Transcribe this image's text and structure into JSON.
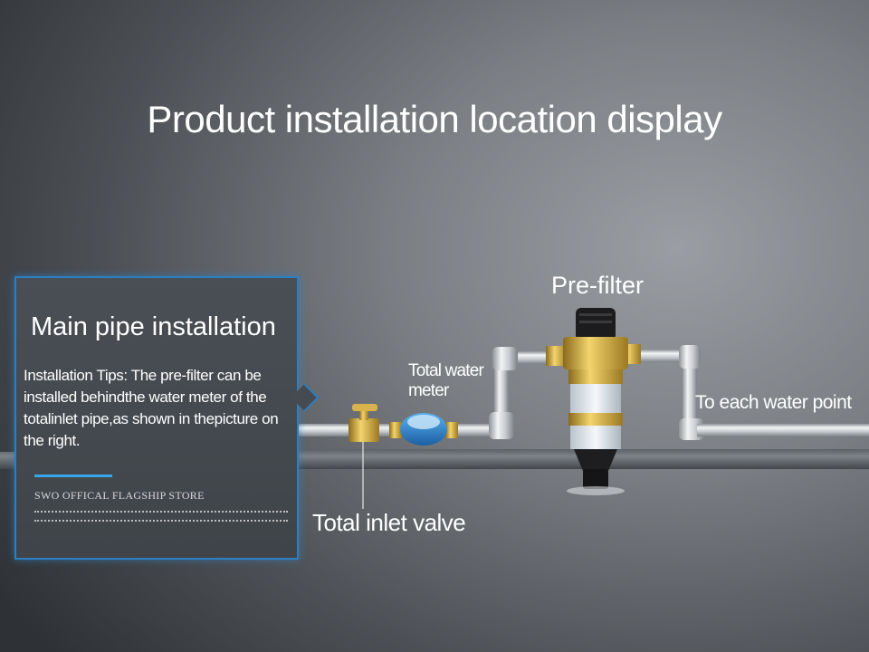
{
  "title": "Product installation location display",
  "panel": {
    "heading": "Main pipe installation",
    "tips": "Installation Tips: The pre-filter can be installed behindthe water meter of the totalinlet pipe,as shown in thepicture on the right.",
    "store": "SWO OFFICAL FLAGSHIP STORE",
    "accent_color": "#3aa4e8",
    "border_color": "#2d7fc2"
  },
  "labels": {
    "pre_filter": "Pre-filter",
    "water_meter": "Total water meter",
    "water_point": "To each water point",
    "inlet_valve": "Total inlet valve"
  },
  "icons": [
    "valve-icon",
    "water-meter-icon",
    "pre-filter-icon",
    "pipe-icon"
  ]
}
